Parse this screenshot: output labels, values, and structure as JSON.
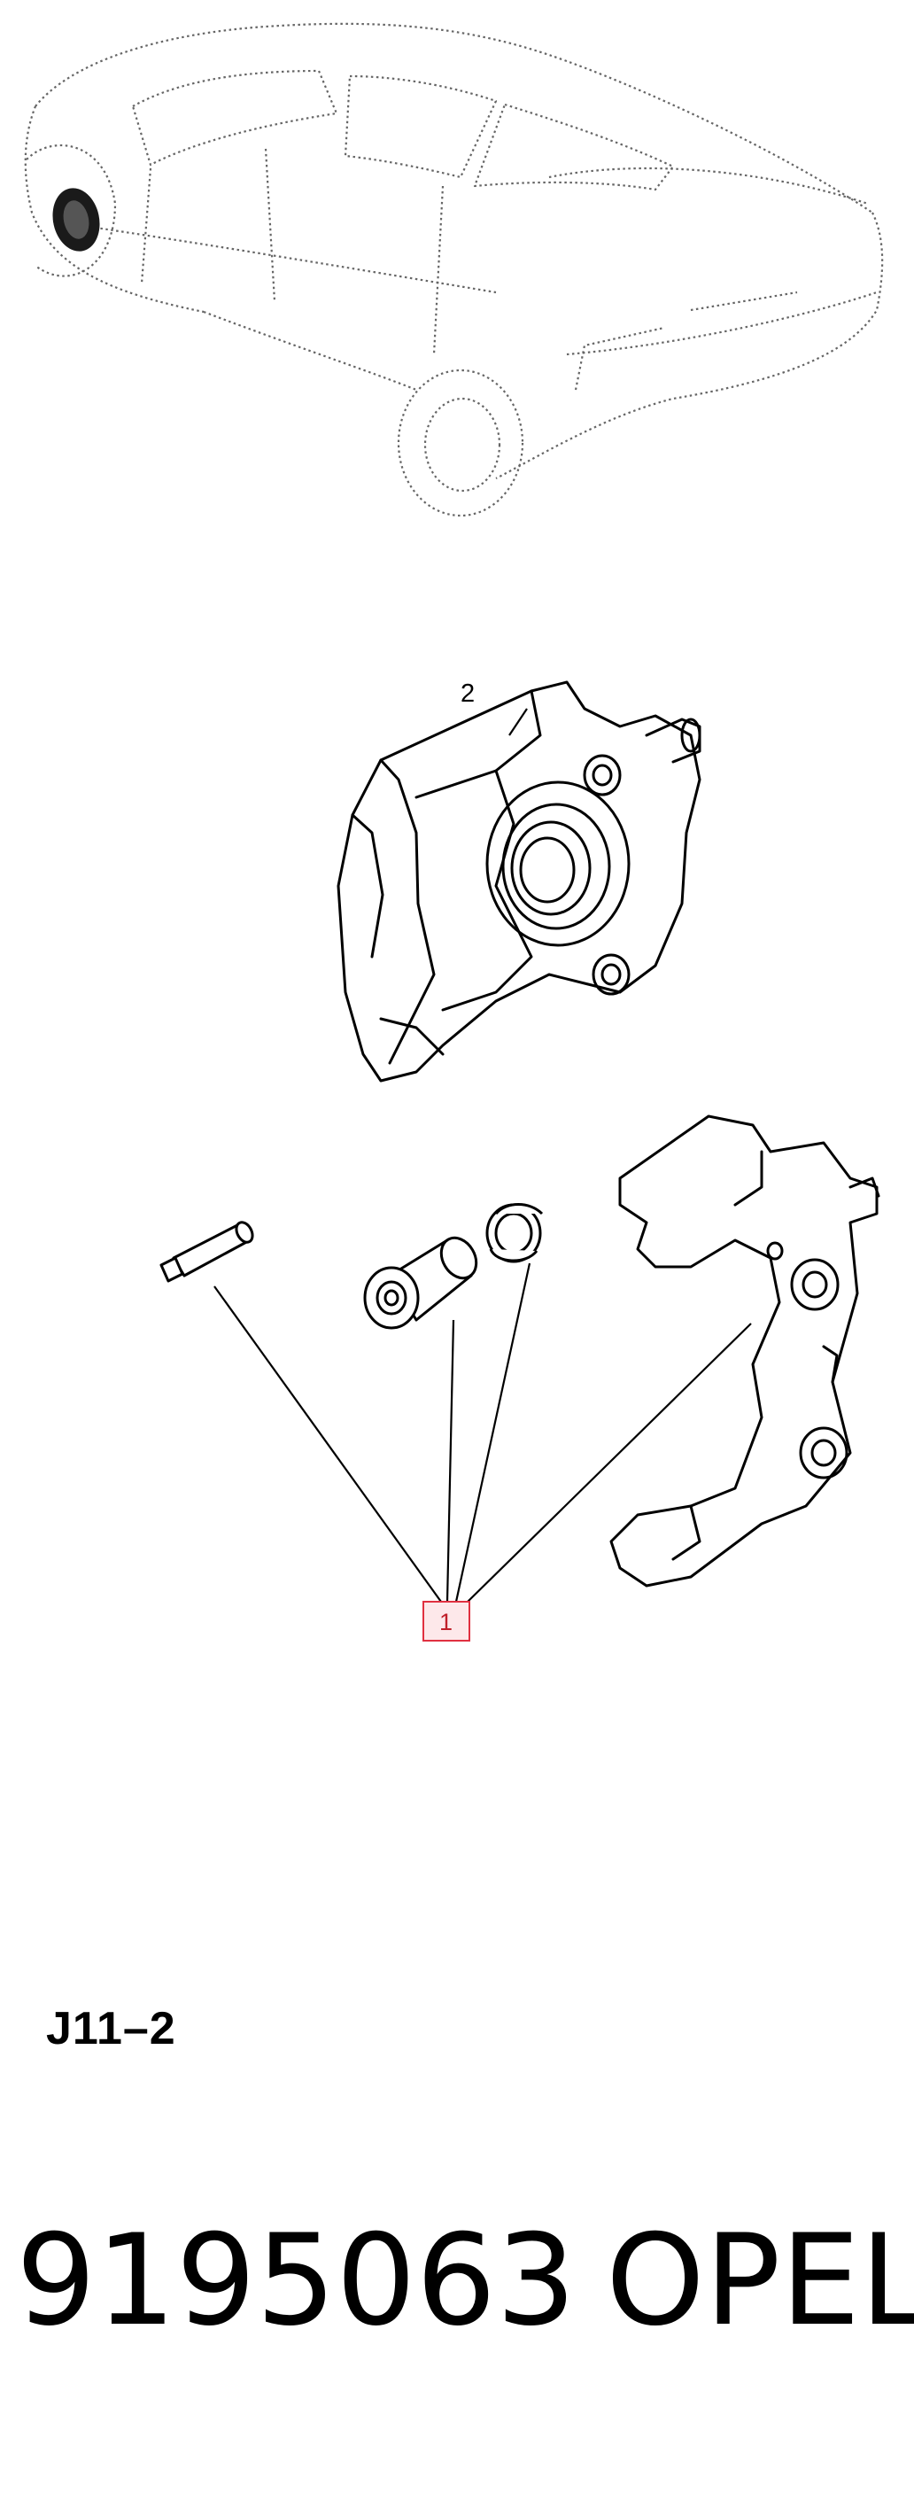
{
  "illustration": {
    "subject": "vehicle-location-view",
    "callouts": [
      {
        "number": "2",
        "part": "brake-caliper"
      },
      {
        "number": "1",
        "part": "caliper-carrier-kit",
        "highlighted": true,
        "highlight_color": "#e03040"
      }
    ]
  },
  "diagram_code": "J11–2",
  "footer": {
    "part_number": "9195063",
    "brand": "OPEL"
  },
  "colors": {
    "line": "#000000",
    "background": "#ffffff",
    "marker_border": "#e03040",
    "marker_fill": "#fde8ea"
  }
}
